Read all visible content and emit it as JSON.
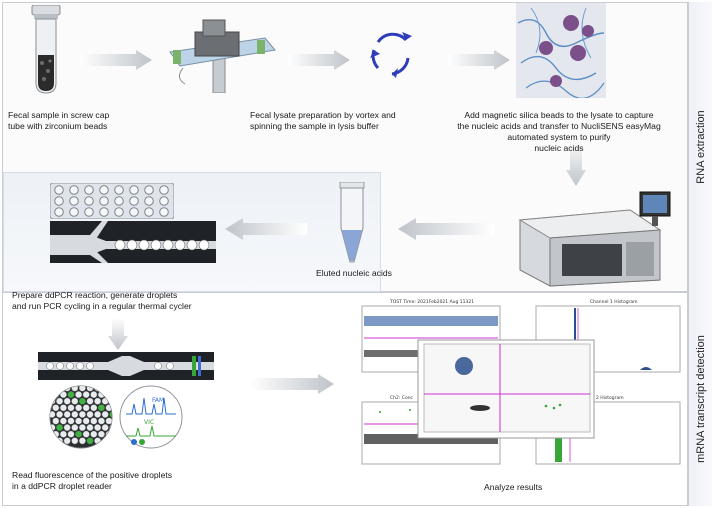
{
  "side_labels": {
    "rna": "RNA extraction",
    "mrna": "mRNA transcript detection"
  },
  "captions": {
    "fecal_sample": [
      "Fecal sample in screw cap",
      "tube with zirconium beads"
    ],
    "lysate_prep": [
      "Fecal lysate preparation by vortex and",
      "spinning the sample in lysis buffer"
    ],
    "magnetic_beads": [
      "Add magnetic silica beads to the lysate to capture",
      "the nucleic acids and transfer to NucliSENS easyMag",
      "automated system to purify",
      "nucleic acids"
    ],
    "eluted": [
      "Eluted nucleic acids"
    ],
    "ddpcr_prep": [
      "Prepare ddPCR reaction, generate droplets",
      "and run PCR cycling in a regular thermal cycler"
    ],
    "read_fluorescence": [
      "Read fluorescence of the positive droplets",
      "in a ddPCR droplet reader"
    ],
    "analyze": [
      "Analyze results"
    ]
  },
  "chart_texts": {
    "top_left_title": "TOST Time: 2021Feb2021 Aug 11321",
    "top_right_title": "Channel 1 Histogram",
    "bottom_left_title": "Ch2: Conc",
    "bottom_right_title": "2 Histogram",
    "fam_label": "FAM",
    "vic_label": "VIC"
  },
  "colors": {
    "panel_border": "#c9cdd2",
    "arrow_gray": "#cfd3d8",
    "tube_blue": "#8aa6d6",
    "magenta": "#cc33cc",
    "plot_blue": "#2b4f8c",
    "green": "#37a537"
  }
}
